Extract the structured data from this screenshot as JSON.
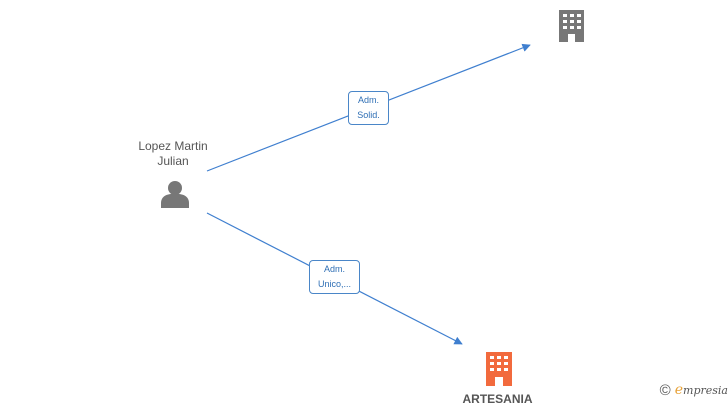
{
  "person": {
    "name_line1": "Lopez Martin",
    "name_line2": "Julian"
  },
  "edges": [
    {
      "label_line1": "Adm.",
      "label_line2": "Solid."
    },
    {
      "label_line1": "Adm.",
      "label_line2": "Unico,..."
    }
  ],
  "companies": [
    {
      "name": "",
      "icon": "building-icon",
      "color": "#777777"
    },
    {
      "name": "ARTESANIA",
      "icon": "building-icon",
      "color": "#f26a3d"
    }
  ],
  "colors": {
    "edge": "#3f7fcf",
    "person_icon": "#777777"
  },
  "brand": {
    "copyright": "©",
    "first_letter": "e",
    "rest": "mpresia"
  }
}
